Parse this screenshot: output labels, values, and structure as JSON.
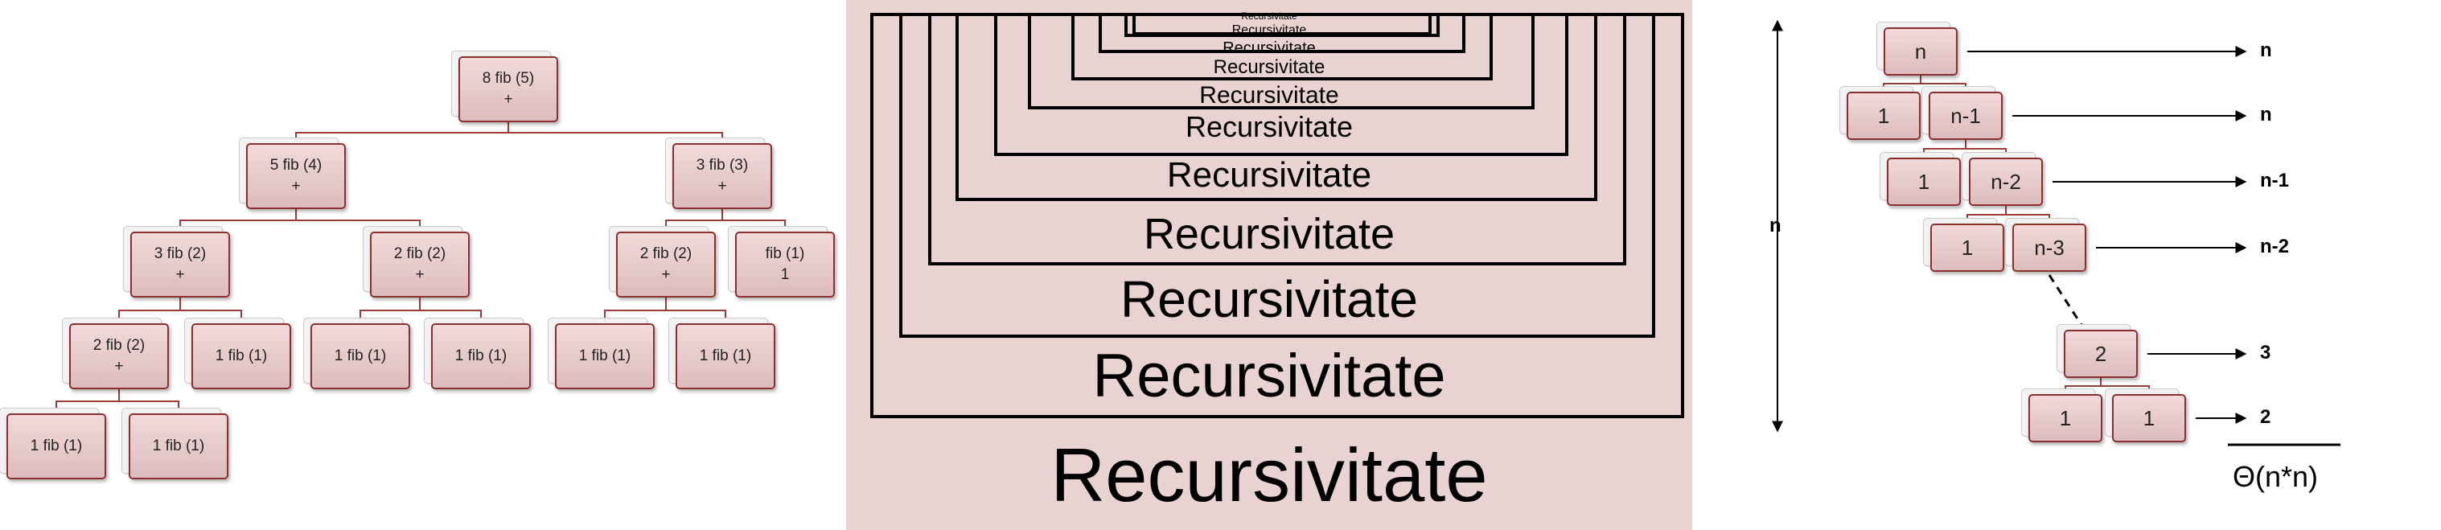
{
  "fib_tree": {
    "nodes": [
      {
        "id": "n1",
        "line1": "8 fib (5)",
        "line2": "+"
      },
      {
        "id": "n2",
        "line1": "5 fib (4)",
        "line2": "+"
      },
      {
        "id": "n3",
        "line1": "3 fib (3)",
        "line2": "+"
      },
      {
        "id": "n4",
        "line1": "3 fib (2)",
        "line2": "+"
      },
      {
        "id": "n5",
        "line1": "2 fib (2)",
        "line2": "+"
      },
      {
        "id": "n6",
        "line1": "2 fib (2)",
        "line2": "+"
      },
      {
        "id": "n7",
        "line1": "fib (1)",
        "line2": "1"
      },
      {
        "id": "n8",
        "line1": "2 fib (2)",
        "line2": "+"
      },
      {
        "id": "n9",
        "line1": "1 fib (1)",
        "line2": ""
      },
      {
        "id": "n10",
        "line1": "1 fib (1)",
        "line2": ""
      },
      {
        "id": "n11",
        "line1": "1 fib (1)",
        "line2": ""
      },
      {
        "id": "n12",
        "line1": "1 fib (1)",
        "line2": ""
      },
      {
        "id": "n13",
        "line1": "1 fib (1)",
        "line2": ""
      },
      {
        "id": "n14",
        "line1": "1 fib (1)",
        "line2": ""
      },
      {
        "id": "n15",
        "line1": "1 fib (1)",
        "line2": ""
      }
    ],
    "edges": [
      [
        "n1",
        "n2"
      ],
      [
        "n1",
        "n3"
      ],
      [
        "n2",
        "n4"
      ],
      [
        "n2",
        "n5"
      ],
      [
        "n3",
        "n6"
      ],
      [
        "n3",
        "n7"
      ],
      [
        "n4",
        "n8"
      ],
      [
        "n4",
        "n9"
      ],
      [
        "n5",
        "n10"
      ],
      [
        "n5",
        "n11"
      ],
      [
        "n6",
        "n12"
      ],
      [
        "n6",
        "n13"
      ],
      [
        "n8",
        "n14"
      ],
      [
        "n8",
        "n15"
      ]
    ]
  },
  "recursion": {
    "word": "Recursivitate",
    "levels": 11
  },
  "complexity_tree": {
    "nodes": [
      {
        "id": "c1",
        "label": "n"
      },
      {
        "id": "c2",
        "label": "1"
      },
      {
        "id": "c3",
        "label": "n-1"
      },
      {
        "id": "c4",
        "label": "1"
      },
      {
        "id": "c5",
        "label": "n-2"
      },
      {
        "id": "c6",
        "label": "1"
      },
      {
        "id": "c7",
        "label": "n-3"
      },
      {
        "id": "c8",
        "label": "2"
      },
      {
        "id": "c9",
        "label": "1"
      },
      {
        "id": "c10",
        "label": "1"
      }
    ],
    "edges": [
      [
        "c1",
        "c2"
      ],
      [
        "c1",
        "c3"
      ],
      [
        "c3",
        "c4"
      ],
      [
        "c3",
        "c5"
      ],
      [
        "c5",
        "c6"
      ],
      [
        "c5",
        "c7"
      ],
      [
        "c8",
        "c9"
      ],
      [
        "c8",
        "c10"
      ]
    ],
    "level_labels": [
      "n",
      "n",
      "n-1",
      "n-2",
      "3",
      "2"
    ],
    "height_label": "n",
    "total": "Θ(n*n)"
  },
  "colors": {
    "node_fill_top": "#f2dada",
    "node_fill_bottom": "#dcbcbc",
    "node_border": "#8e2f2f",
    "connector": "#a23a3a",
    "middle_background": "#e8d2d2"
  }
}
